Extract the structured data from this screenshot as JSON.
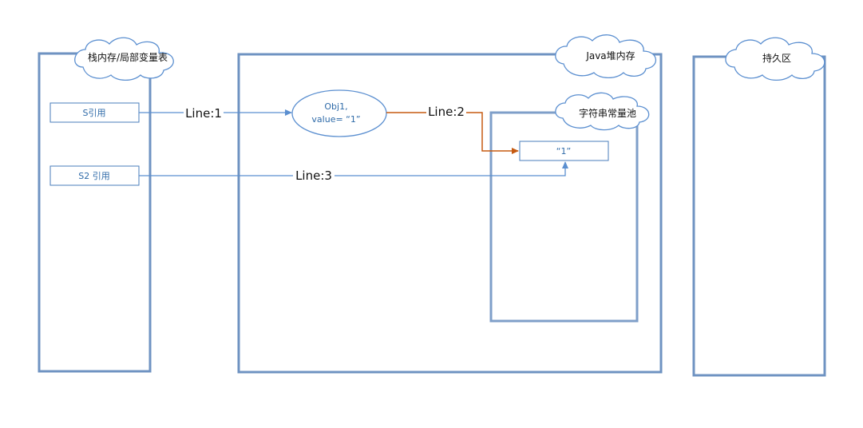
{
  "regions": {
    "stack": {
      "label": "栈内存/局部变量表"
    },
    "heap": {
      "label": "Java堆内存"
    },
    "string_pool": {
      "label": "字符串常量池"
    },
    "permgen": {
      "label": "持久区"
    }
  },
  "references": {
    "s": "S引用",
    "s2": "S2 引用"
  },
  "object": {
    "line1": "Obj1,",
    "line2": "value= “1”"
  },
  "pool_string": "“1”",
  "edges": {
    "line1": "Line:1",
    "line2": "Line:2",
    "line3": "Line:3"
  },
  "colors": {
    "region_border": "#6f93c2",
    "arrow_blue": "#5b8fd0",
    "arrow_orange": "#c55a11",
    "ref_text": "#2e6aa8"
  }
}
